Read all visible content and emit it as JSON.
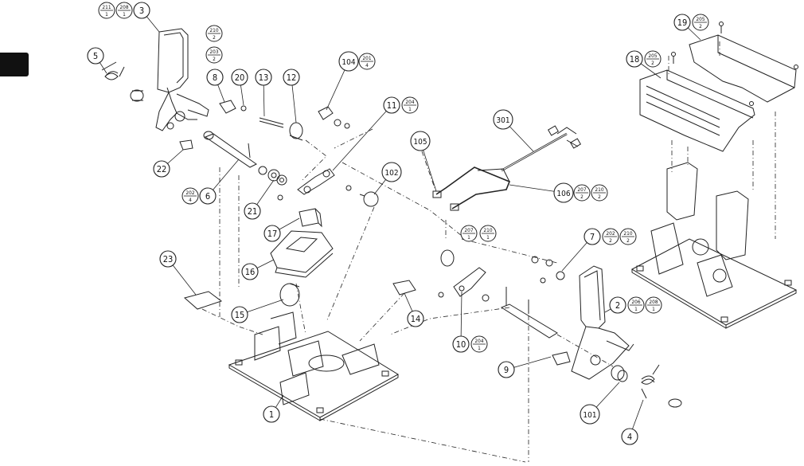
{
  "colors": {
    "line": "#222222",
    "paper": "#ffffff",
    "tab": "#111111"
  },
  "labels": [
    {
      "id": "3",
      "num": "3",
      "refs": [
        [
          "211",
          "1"
        ],
        [
          "208",
          "1"
        ]
      ]
    },
    {
      "id": "5",
      "num": "5",
      "refs": []
    },
    {
      "id": "8",
      "num": "8",
      "refs": []
    },
    {
      "id": "20",
      "num": "20",
      "refs": []
    },
    {
      "id": "13",
      "num": "13",
      "refs": []
    },
    {
      "id": "12",
      "num": "12",
      "refs": []
    },
    {
      "id": "104",
      "num": "104",
      "refs": [
        [
          "201",
          "4"
        ]
      ]
    },
    {
      "id": "11",
      "num": "11",
      "refs": [
        [
          "204",
          "1"
        ]
      ]
    },
    {
      "id": "301",
      "num": "301",
      "refs": []
    },
    {
      "id": "105",
      "num": "105",
      "refs": []
    },
    {
      "id": "102",
      "num": "102",
      "refs": []
    },
    {
      "id": "106",
      "num": "106",
      "refs": [
        [
          "207",
          "2"
        ],
        [
          "210",
          "2"
        ]
      ]
    },
    {
      "id": "22",
      "num": "22",
      "refs": []
    },
    {
      "id": "6",
      "num": "6",
      "refs": [
        [
          "202",
          "4"
        ]
      ]
    },
    {
      "id": "21",
      "num": "21",
      "refs": []
    },
    {
      "id": "17",
      "num": "17",
      "refs": []
    },
    {
      "id": "16",
      "num": "16",
      "refs": []
    },
    {
      "id": "23",
      "num": "23",
      "refs": []
    },
    {
      "id": "15",
      "num": "15",
      "refs": []
    },
    {
      "id": "14",
      "num": "14",
      "refs": []
    },
    {
      "id": "1",
      "num": "1",
      "refs": []
    },
    {
      "id": "7",
      "num": "7",
      "refs": [
        [
          "202",
          "2"
        ],
        [
          "210",
          "2"
        ]
      ]
    },
    {
      "id": "2",
      "num": "2",
      "refs": [
        [
          "206",
          "1"
        ],
        [
          "208",
          "1"
        ]
      ]
    },
    {
      "id": "10",
      "num": "10",
      "refs": [
        [
          "204",
          "1"
        ]
      ]
    },
    {
      "id": "9",
      "num": "9",
      "refs": []
    },
    {
      "id": "101",
      "num": "101",
      "refs": []
    },
    {
      "id": "4",
      "num": "4",
      "refs": []
    },
    {
      "id": "18",
      "num": "18",
      "refs": [
        [
          "205",
          "2"
        ]
      ]
    },
    {
      "id": "19",
      "num": "19",
      "refs": [
        [
          "205",
          "2"
        ]
      ]
    }
  ],
  "floating_refs": [
    {
      "id": "f210",
      "top": "210",
      "bottom": "2"
    },
    {
      "id": "f203",
      "top": "203",
      "bottom": "2"
    },
    {
      "id": "f207",
      "top": "207",
      "bottom": "1"
    },
    {
      "id": "f210b",
      "top": "210",
      "bottom": "1"
    }
  ]
}
